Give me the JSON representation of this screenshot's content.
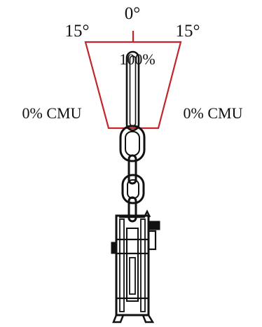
{
  "labels": {
    "angle_center": "0°",
    "angle_left": "15°",
    "angle_right": "15°",
    "load_center": "100%",
    "load_left": "0% CMU",
    "load_right": "0% CMU"
  },
  "colors": {
    "sector_outline": "#c0262c",
    "linework": "#111111",
    "background": "#ffffff"
  }
}
